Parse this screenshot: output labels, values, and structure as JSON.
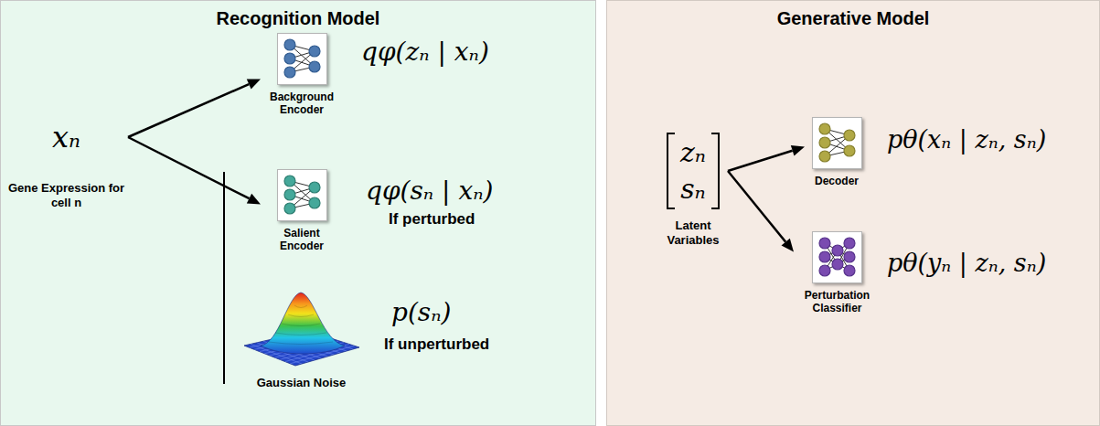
{
  "diagram": {
    "nodes": [
      {
        "text": [
          "Recognition Model"
        ]
      },
      {
        "text": [
          "xₙ",
          "Gene Expression for cell n"
        ],
        "in": 0
      },
      {
        "text": [
          "Background Encoder"
        ],
        "in": 0
      },
      {
        "text": [
          "Salient Encoder"
        ],
        "in": 0
      },
      {
        "text": [
          "Gaussian Noise"
        ],
        "in": 0
      },
      {
        "text": [
          "Generative Model"
        ]
      },
      {
        "text": [
          "zₙ",
          "sₙ",
          "Latent Variables"
        ],
        "in": 5
      },
      {
        "text": [
          "Decoder"
        ],
        "in": 5
      },
      {
        "text": [
          "Perturbation Classifier"
        ],
        "in": 5
      }
    ],
    "edges": [
      {
        "from": 1,
        "to": 2,
        "arrow": "to"
      },
      {
        "from": 1,
        "to": 3,
        "arrow": "to"
      },
      {
        "from": 6,
        "to": 7,
        "arrow": "to"
      },
      {
        "from": 6,
        "to": 8,
        "arrow": "to"
      }
    ],
    "labels": [
      "qφ(zₙ | xₙ)",
      "qφ(sₙ | xₙ)",
      "If perturbed",
      "p(sₙ)",
      "If unperturbed",
      "pθ(xₙ | zₙ, sₙ)",
      "pθ(yₙ | zₙ, sₙ)"
    ]
  }
}
